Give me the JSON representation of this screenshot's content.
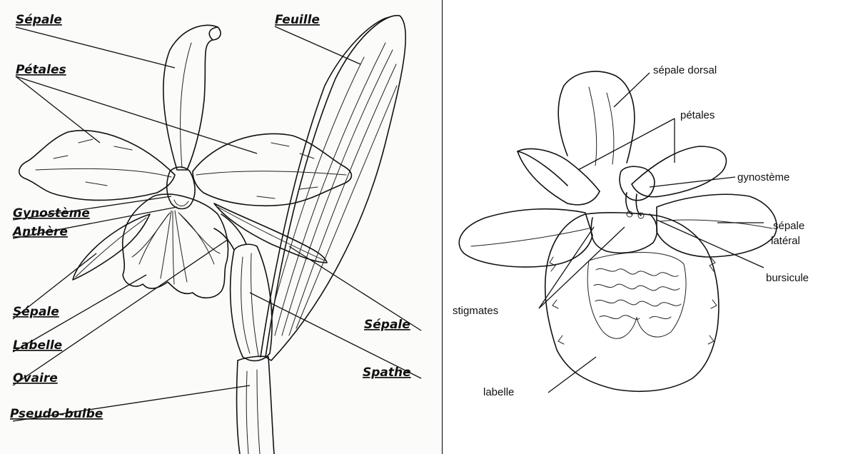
{
  "left_panel": {
    "labels": {
      "sepale_top": "Sépale",
      "petales": "Pétales",
      "gynosteme": "Gynostème",
      "anthere": "Anthère",
      "sepale_left": "Sépale",
      "labelle": "Labelle",
      "ovaire": "Ovaire",
      "pseudo_bulbe": "Pseudo-bulbe",
      "feuille": "Feuille",
      "sepale_right": "Sépale",
      "spathe": "Spathe"
    }
  },
  "right_panel": {
    "labels": {
      "sepale_dorsal": "sépale dorsal",
      "petales": "pétales",
      "gynosteme": "gynostème",
      "sepale_lateral_1": "sépale",
      "sepale_lateral_2": "latéral",
      "bursicule": "bursicule",
      "stigmates": "stigmates",
      "labelle": "labelle"
    }
  }
}
